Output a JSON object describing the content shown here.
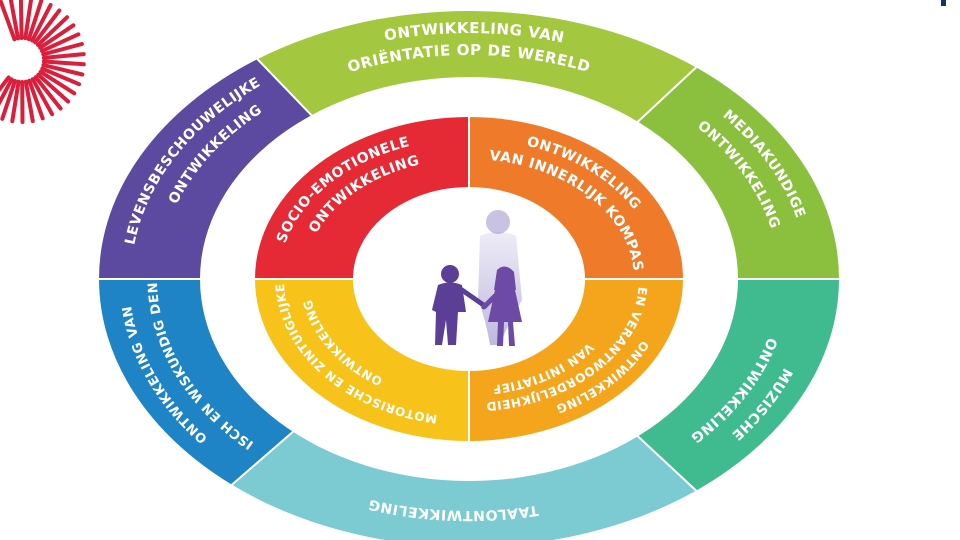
{
  "diagram": {
    "outer_ring": [
      {
        "lines": [
          "ONTWIKKELING VAN",
          "ORIËNTATIE OP DE WERELD"
        ],
        "color": "#a3c83f"
      },
      {
        "lines": [
          "MEDIAKUNDIGE",
          "ONTWIKKELING"
        ],
        "color": "#8bbf3e"
      },
      {
        "lines": [
          "MUZISCHE",
          "ONTWIKKELING"
        ],
        "color": "#3fbb8f"
      },
      {
        "lines": [
          "TAALONTWIKKELING"
        ],
        "color": "#7ccbd3"
      },
      {
        "lines": [
          "LOGISCH EN WISKUNDIG DENKEN",
          "ONTWIKKELING VAN"
        ],
        "color": "#1f84c6"
      },
      {
        "lines": [
          "LEVENSBESCHOUWELIJKE",
          "ONTWIKKELING"
        ],
        "color": "#5b4aa0"
      }
    ],
    "inner_ring": [
      {
        "lines": [
          "ONTWIKKELING",
          "VAN INNERLIJK KOMPAS"
        ],
        "color": "#ef7a2a"
      },
      {
        "lines": [
          "ONTWIKKELING",
          "EN VERANTWOORDELIJKHEID",
          "VAN INITIATIEF"
        ],
        "color": "#f5a51c"
      },
      {
        "lines": [
          "MOTORISCHE EN ZINTUIGLIJKE",
          "ONTWIKKELING"
        ],
        "color": "#f7c21a"
      },
      {
        "lines": [
          "SOCIO-EMOTIONELE",
          "ONTWIKKELING"
        ],
        "color": "#e52a36"
      }
    ],
    "center_figure": "children-walking-illustration",
    "logo": "red-sunburst-logo",
    "corner_mark": "blue-corner-bar"
  }
}
